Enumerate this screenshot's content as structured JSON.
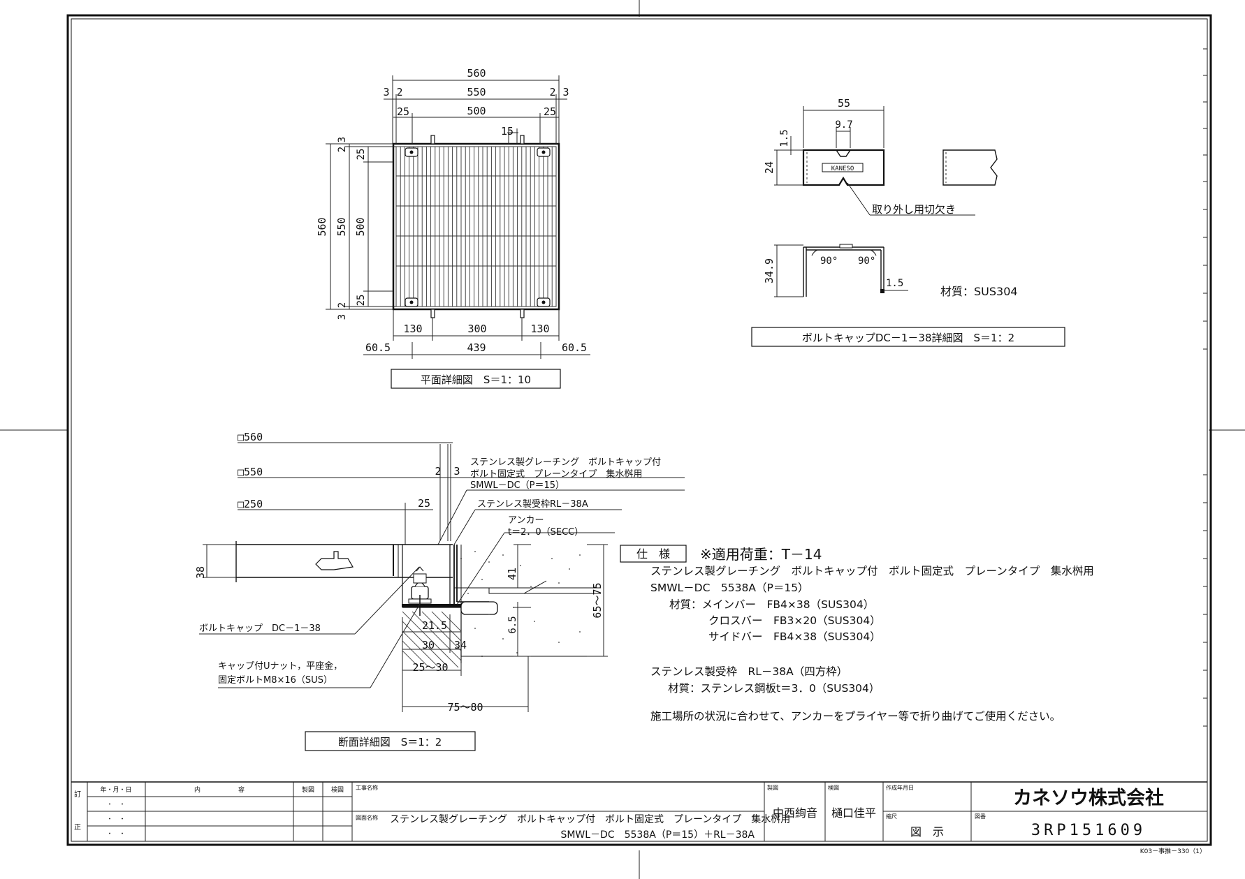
{
  "plan": {
    "dims": {
      "top_total": "560",
      "top_inner": "550",
      "top_clear": "500",
      "top_side_l": "3",
      "top_side_l2": "2",
      "top_side_r": "2",
      "top_side_r2": "3",
      "top_edge_l": "25",
      "top_edge_r": "25",
      "pitch": "15",
      "left_total": "560",
      "left_inner": "550",
      "left_clear": "500",
      "left_t1": "3",
      "left_t2": "2",
      "left_t3": "25",
      "left_b1": "25",
      "left_b2": "2",
      "left_b3": "3",
      "bot_a": "130",
      "bot_b": "300",
      "bot_c": "130",
      "bot_d": "60.5",
      "bot_e": "439",
      "bot_f": "60.5"
    },
    "caption": "平面詳細図　S＝1：10"
  },
  "boltcap": {
    "dims": {
      "w": "55",
      "notch": "9.7",
      "t": "1.5",
      "h": "24",
      "h2": "34.9",
      "t2": "1.5",
      "a1": "90°",
      "a2": "90°"
    },
    "stamp": "KANESO",
    "note": "取り外し用切欠き",
    "material": "材質：SUS304",
    "caption": "ボルトキャップDC－1－38詳細図　S＝1：2"
  },
  "section": {
    "sizes": [
      "□560",
      "□550",
      "□250"
    ],
    "dims": {
      "d2": "2",
      "d3": "3",
      "d25": "25",
      "h38": "38",
      "h41": "41",
      "h65": "65～75",
      "h6": "6.5",
      "w21": "21.5",
      "w30": "30",
      "w34": "34",
      "w2530": "25～30",
      "w7580": "75～80"
    },
    "callouts": [
      "ステンレス製グレーチング　ボルトキャップ付",
      "ボルト固定式　プレーンタイプ　集水桝用",
      "SMWL－DC（P＝15）",
      "ステンレス製受枠RL－38A",
      "アンカー",
      "t＝2．0（SECC）",
      "ボルトキャップ　DC－1－38",
      "キャップ付Uナット，平座金，",
      "固定ボルトM8×16（SUS）"
    ],
    "caption": "断面詳細図　S＝1：2"
  },
  "spec": {
    "label": "仕　様",
    "load": "※適用荷重：T－14",
    "lines": [
      "ステンレス製グレーチング　ボルトキャップ付　ボルト固定式　プレーンタイプ　集水桝用",
      "SMWL－DC　5538A（P＝15）",
      "材質：メインバー　FB4×38（SUS304）",
      "クロスバー　FB3×20（SUS304）",
      "サイドバー　FB4×38（SUS304）",
      "ステンレス製受枠　RL－38A（四方枠）",
      "材質：ステンレス鋼板t＝3．0（SUS304）",
      "施工場所の状況に合わせて、アンカーをプライヤー等で折り曲げてご使用ください。"
    ]
  },
  "titleblock": {
    "rev_label": "訂",
    "rev_label2": "正",
    "col_date": "年・月・日",
    "col_content": "内　　　　　　容",
    "col_made": "製図",
    "col_check": "検図",
    "dots": "・　・",
    "proj_label": "工事名称",
    "drawing_label": "図面名称",
    "drawing_name": "ステンレス製グレーチング　ボルトキャップ付　ボルト固定式　プレーンタイプ　集水桝用",
    "drawing_name2": "SMWL－DC　5538A（P＝15）＋RL－38A",
    "drafter_label": "製図",
    "drafter": "中西絢音",
    "checker_label": "検図",
    "checker": "樋口佳平",
    "date_label": "作成年月日",
    "scale_label": "縮尺",
    "scale": "図　示",
    "no_label": "図番",
    "company": "カネソウ株式会社",
    "number": "3RP151609"
  },
  "footer": "K03－事推－330（1）"
}
